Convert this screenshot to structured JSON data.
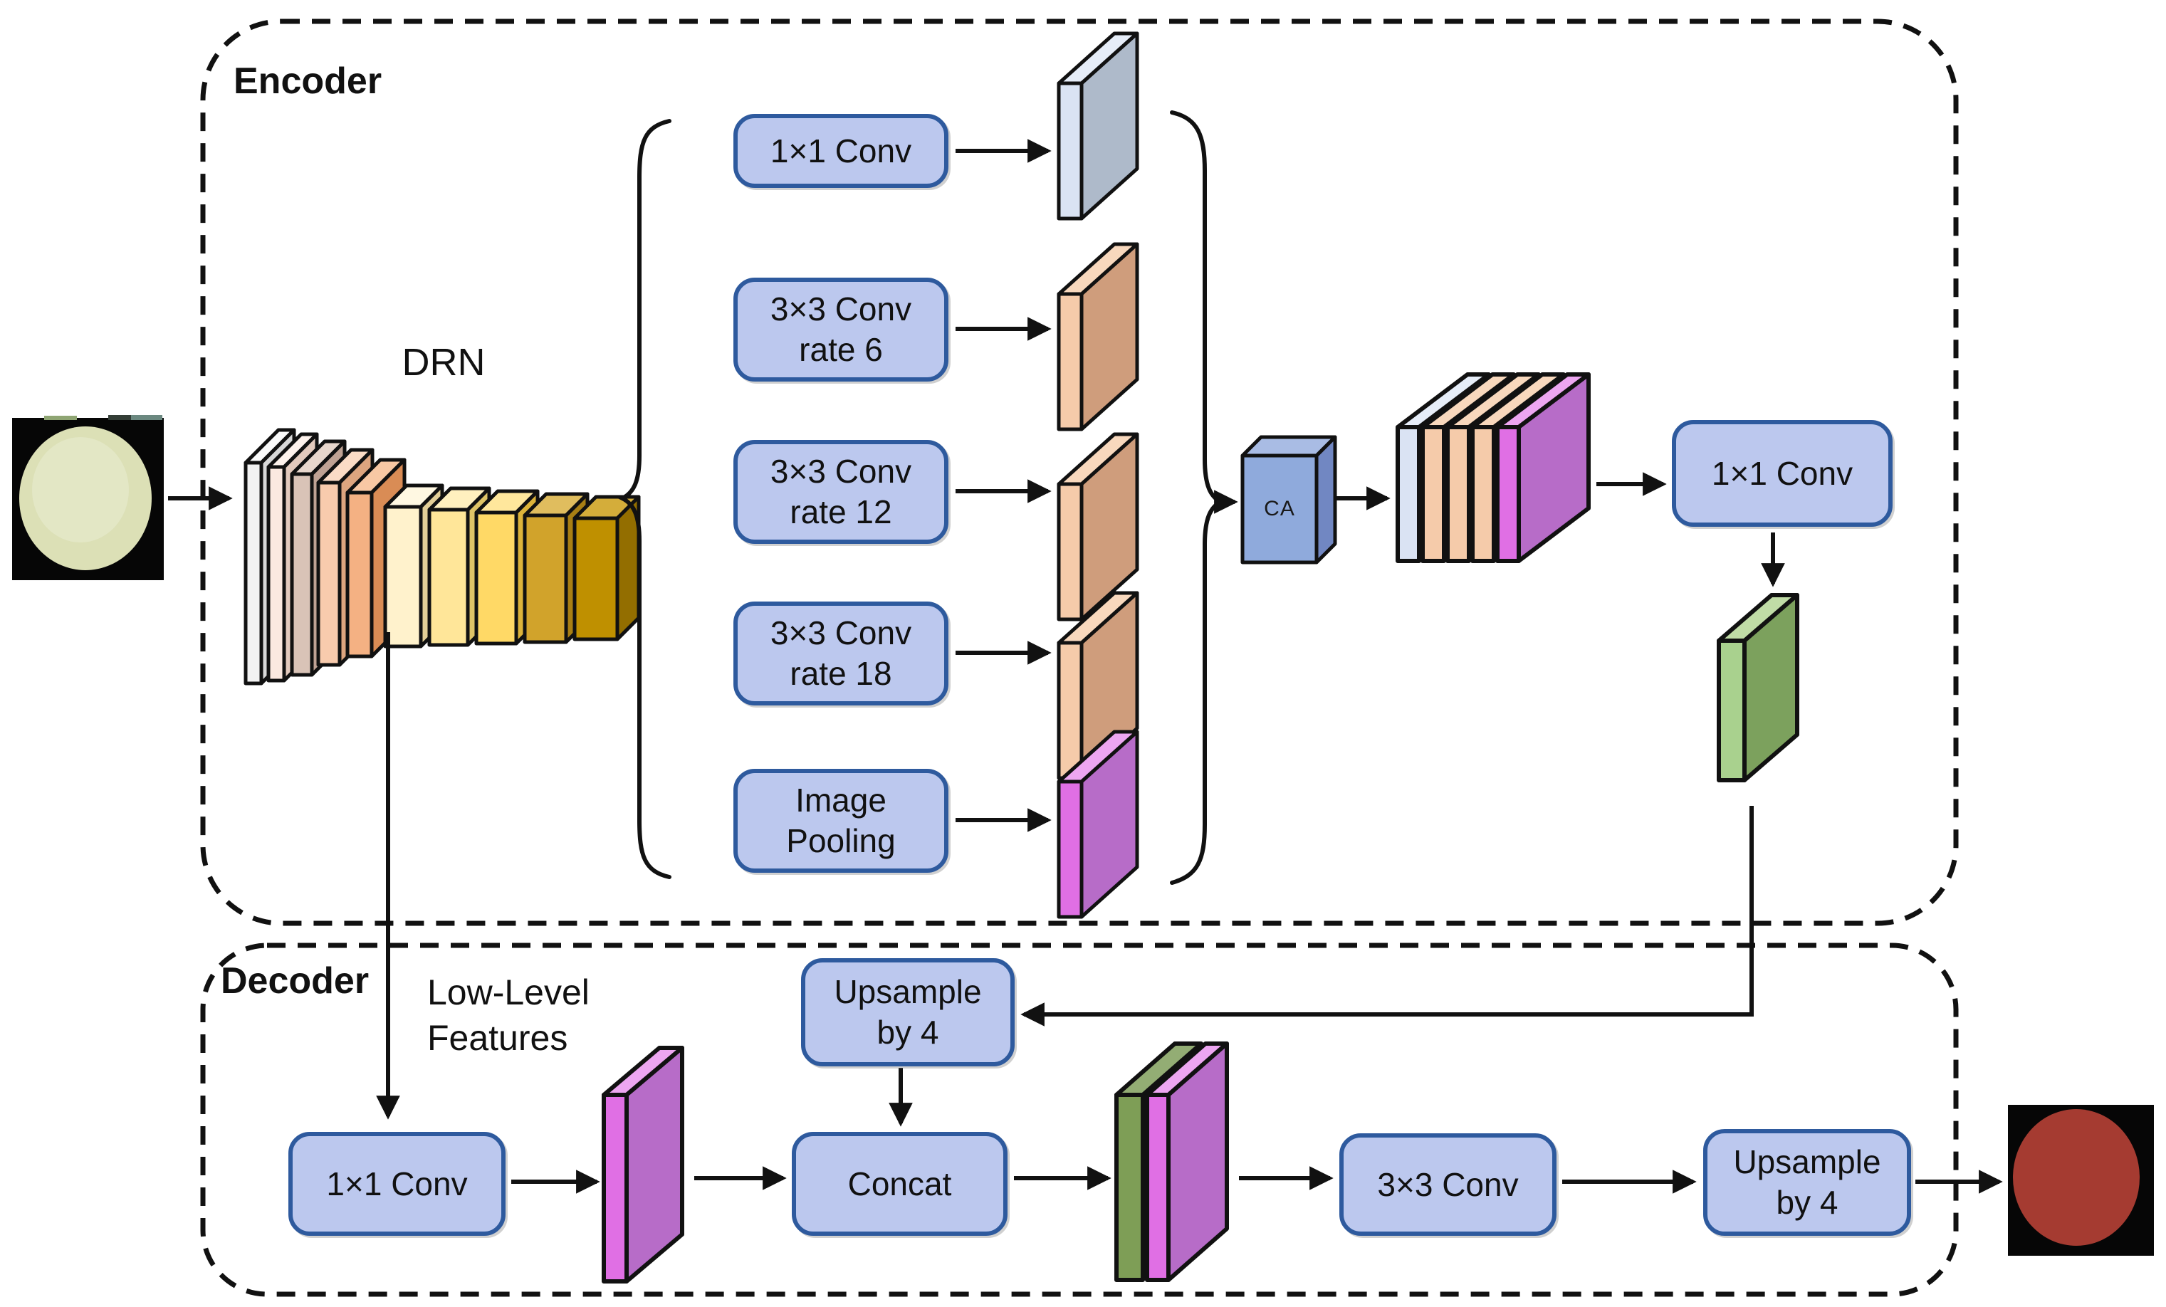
{
  "colors": {
    "box_fill": "#bcc8ee",
    "box_border": "#2e5a9e",
    "line": "#111111",
    "slab_blue": "#dae3f3",
    "slab_blue_side": "#aebaca",
    "slab_blue_top": "#e6edf8",
    "slab_peach": "#f5cbaa",
    "slab_peach_side": "#cf9d7c",
    "slab_peach_top": "#f8d8bd",
    "slab_magenta": "#e06fe4",
    "slab_magenta_side": "#b76cc8",
    "slab_magenta_top": "#eda6f1",
    "slab_green": "#a9d18e",
    "slab_green_side": "#7ca15d",
    "slab_green_top": "#c0dca6",
    "stack2_green": "#7e9e56",
    "stack2_green_top": "#93ad74",
    "drn_1": "#f2f2f2",
    "drn_1_side": "#d8d8d8",
    "drn_1_top": "#fafafa",
    "drn_2": "#fbe9e0",
    "drn_2_side": "#e3cabd",
    "drn_2_top": "#fdf2ec",
    "drn_3": "#d9c3b7",
    "drn_3_side": "#bfa294",
    "drn_3_top": "#e7d6cc",
    "drn_4": "#f8cbad",
    "drn_4_side": "#dda57f",
    "drn_4_top": "#fbdcc6",
    "drn_5": "#f4b183",
    "drn_5_side": "#d98c55",
    "drn_5_top": "#f8c8a4",
    "gold_1": "#fff2cc",
    "gold_1_side": "#e3cf98",
    "gold_1_top": "#fff8e2",
    "gold_2": "#ffe699",
    "gold_2_side": "#dfc467",
    "gold_2_top": "#fff0bf",
    "gold_3": "#ffd966",
    "gold_3_side": "#dcb33a",
    "gold_3_top": "#ffe79c",
    "gold_4": "#d1a32b",
    "gold_4_side": "#a87f14",
    "gold_4_top": "#e0bd5e",
    "gold_5": "#bf9000",
    "gold_5_side": "#936e00",
    "gold_5_top": "#d4ad3a",
    "ca_fill": "#8faadc",
    "ca_side": "#7187c2",
    "ca_top": "#a9bce4",
    "input_bg": "#060606",
    "input_circle": "#dce0b6",
    "input_circle_inner": "#e4e7c8",
    "output_bg": "#060606",
    "output_circle": "#a53b31"
  },
  "encoder": {
    "label": "Encoder",
    "drn_label": "DRN",
    "aspp_boxes": [
      {
        "line1": "1×1 Conv",
        "line2": ""
      },
      {
        "line1": "3×3 Conv",
        "line2": "rate 6"
      },
      {
        "line1": "3×3 Conv",
        "line2": "rate 12"
      },
      {
        "line1": "3×3 Conv",
        "line2": "rate 18"
      },
      {
        "line1": "Image",
        "line2": "Pooling"
      }
    ],
    "ca_label": "CA",
    "conv1x1_label": "1×1 Conv"
  },
  "decoder": {
    "label": "Decoder",
    "low_level_line1": "Low-Level",
    "low_level_line2": "Features",
    "conv1x1_label": "1×1 Conv",
    "upsample1_line1": "Upsample",
    "upsample1_line2": "by 4",
    "concat_label": "Concat",
    "conv3x3_label": "3×3 Conv",
    "upsample2_line1": "Upsample",
    "upsample2_line2": "by 4"
  }
}
